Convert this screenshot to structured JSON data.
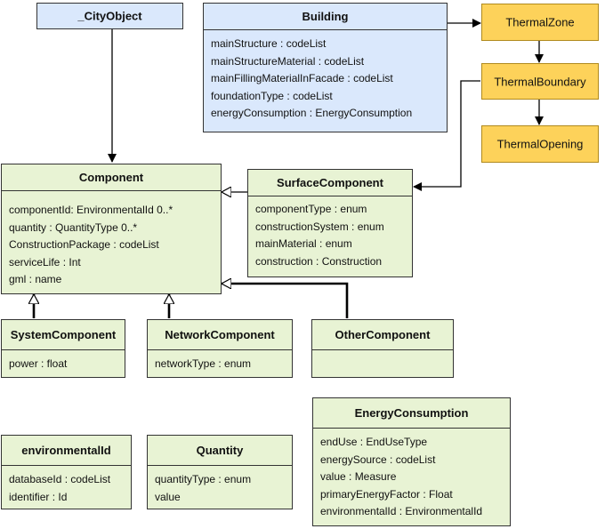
{
  "city_object": {
    "title": "_CityObject"
  },
  "building": {
    "title": "Building",
    "attributes": [
      "mainStructure : codeList",
      "mainStructureMaterial : codeList",
      "mainFillingMaterialInFacade : codeList",
      "foundationType : codeList",
      "energyConsumption : EnergyConsumption"
    ]
  },
  "thermal_zone": {
    "title": "ThermalZone"
  },
  "thermal_boundary": {
    "title": "ThermalBoundary"
  },
  "thermal_opening": {
    "title": "ThermalOpening"
  },
  "component": {
    "title": "Component",
    "attributes": [
      "componentId: EnvironmentalId 0..*",
      "quantity : QuantityType 0..*",
      "ConstructionPackage : codeList",
      "serviceLife : Int",
      "gml : name"
    ]
  },
  "surface_component": {
    "title": "SurfaceComponent",
    "attributes": [
      "componentType : enum",
      "constructionSystem : enum",
      "mainMaterial : enum",
      "construction : Construction"
    ]
  },
  "system_component": {
    "title": "SystemComponent",
    "attributes": [
      "power : float"
    ]
  },
  "network_component": {
    "title": "NetworkComponent",
    "attributes": [
      "networkType : enum"
    ]
  },
  "other_component": {
    "title": "OtherComponent",
    "attributes": []
  },
  "environmental_id": {
    "title": "environmentalId",
    "attributes": [
      "databaseId : codeList",
      "identifier : Id"
    ]
  },
  "quantity": {
    "title": "Quantity",
    "attributes": [
      "quantityType : enum",
      "value"
    ]
  },
  "energy_consumption": {
    "title": "EnergyConsumption",
    "attributes": [
      "endUse : EndUseType",
      "energySource : codeList",
      "value : Measure",
      "primaryEnergyFactor : Float",
      "environmentalId : EnvironmentalId"
    ]
  }
}
